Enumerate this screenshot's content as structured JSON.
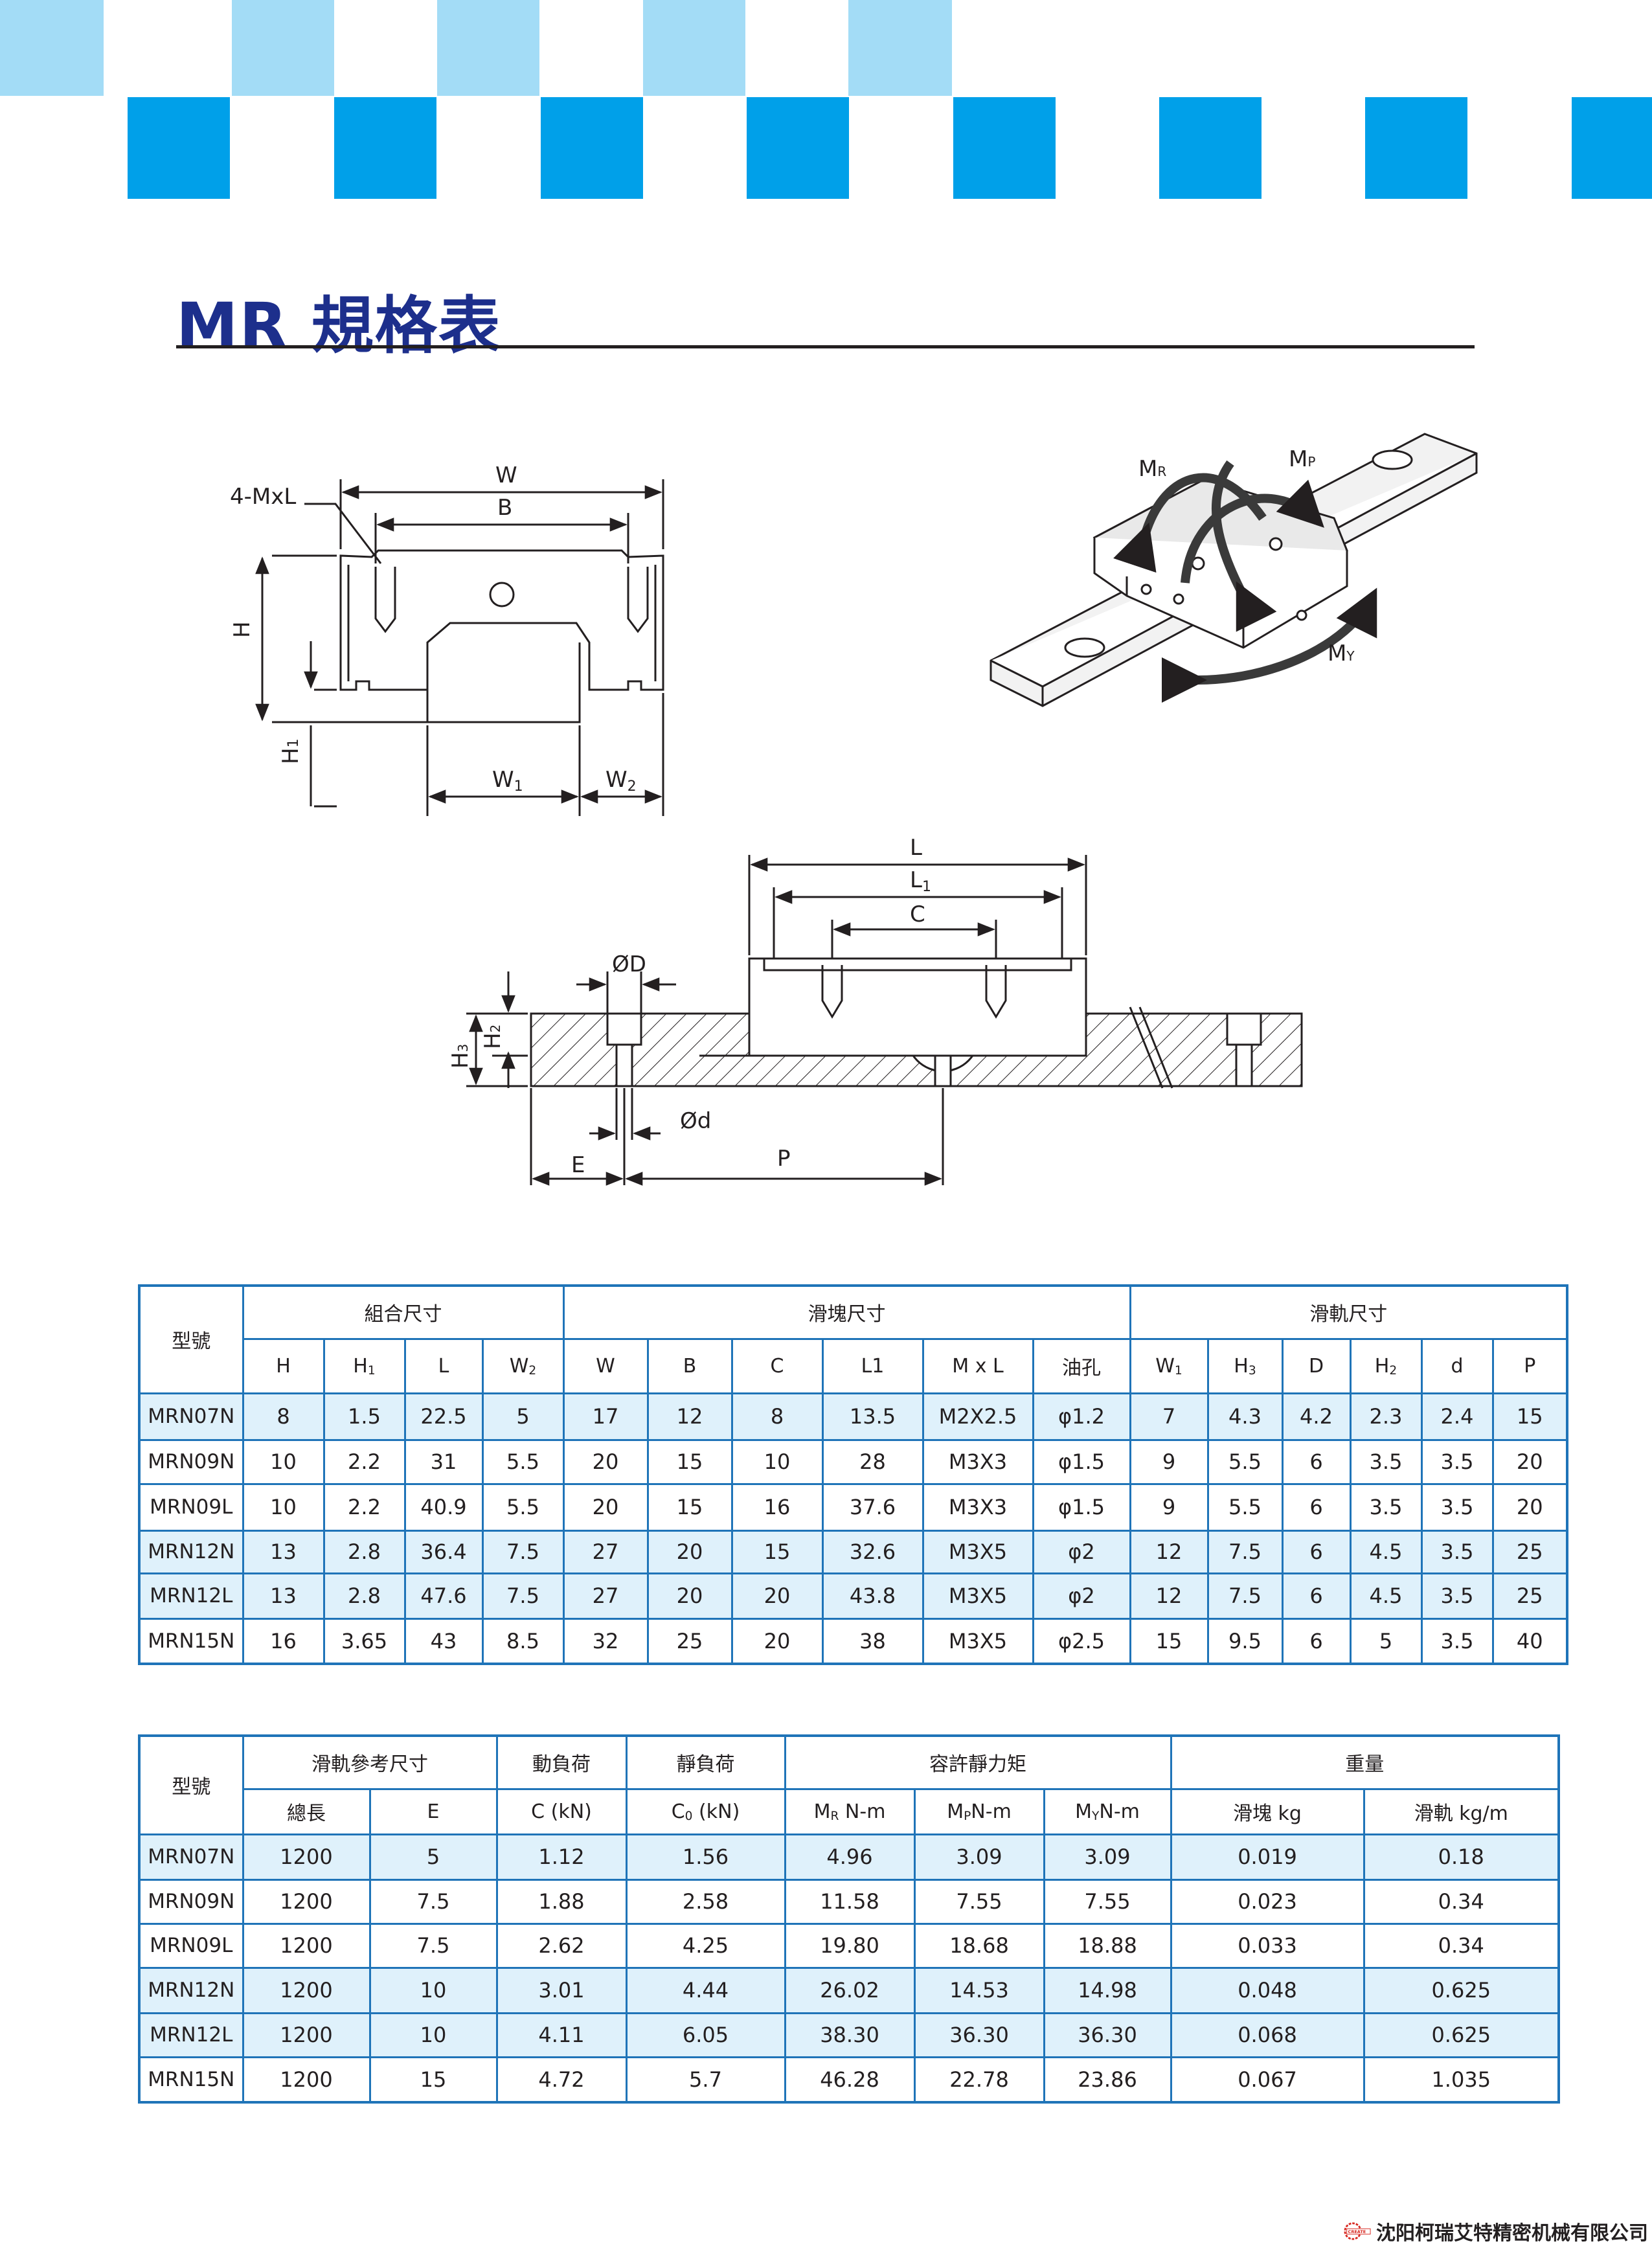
{
  "page": {
    "title": "MR 規格表",
    "colors": {
      "title": "#1d2f8c",
      "table_border": "#1f74b8",
      "row_shade": "#dff1fb",
      "banner_dark": "#00a0e9",
      "banner_light": "#a3dcf6"
    }
  },
  "diagram": {
    "front_view": {
      "W": "W",
      "B": "B",
      "H": "H",
      "H1": "H",
      "H1_sub": "1",
      "W1": "W",
      "W1_sub": "1",
      "W2": "W",
      "W2_sub": "2",
      "ML": "4-MxL"
    },
    "perspective": {
      "MR": "M",
      "MR_sub": "R",
      "MP": "M",
      "MP_sub": "P",
      "MY": "M",
      "MY_sub": "Y"
    },
    "side_view": {
      "L": "L",
      "L1": "L",
      "L1_sub": "1",
      "C": "C",
      "D": "ØD",
      "d": "Ød",
      "H2": "H",
      "H2_sub": "2",
      "H3": "H",
      "H3_sub": "3",
      "E": "E",
      "P": "P"
    }
  },
  "table1": {
    "model_header": "型號",
    "groups": [
      "組合尺寸",
      "滑塊尺寸",
      "滑軌尺寸"
    ],
    "columns": [
      {
        "t": "H",
        "s": ""
      },
      {
        "t": "H",
        "s": "1"
      },
      {
        "t": "L",
        "s": ""
      },
      {
        "t": "W",
        "s": "2"
      },
      {
        "t": "W",
        "s": ""
      },
      {
        "t": "B",
        "s": ""
      },
      {
        "t": "C",
        "s": ""
      },
      {
        "t": "L1",
        "s": ""
      },
      {
        "t": "M x L",
        "s": ""
      },
      {
        "t": "油孔",
        "s": ""
      },
      {
        "t": "W",
        "s": "1"
      },
      {
        "t": "H",
        "s": "3"
      },
      {
        "t": "D",
        "s": ""
      },
      {
        "t": "H",
        "s": "2"
      },
      {
        "t": "d",
        "s": ""
      },
      {
        "t": "P",
        "s": ""
      }
    ],
    "rows": [
      [
        "MRN07N",
        "8",
        "1.5",
        "22.5",
        "5",
        "17",
        "12",
        "8",
        "13.5",
        "M2X2.5",
        "φ1.2",
        "7",
        "4.3",
        "4.2",
        "2.3",
        "2.4",
        "15"
      ],
      [
        "MRN09N",
        "10",
        "2.2",
        "31",
        "5.5",
        "20",
        "15",
        "10",
        "28",
        "M3X3",
        "φ1.5",
        "9",
        "5.5",
        "6",
        "3.5",
        "3.5",
        "20"
      ],
      [
        "MRN09L",
        "10",
        "2.2",
        "40.9",
        "5.5",
        "20",
        "15",
        "16",
        "37.6",
        "M3X3",
        "φ1.5",
        "9",
        "5.5",
        "6",
        "3.5",
        "3.5",
        "20"
      ],
      [
        "MRN12N",
        "13",
        "2.8",
        "36.4",
        "7.5",
        "27",
        "20",
        "15",
        "32.6",
        "M3X5",
        "φ2",
        "12",
        "7.5",
        "6",
        "4.5",
        "3.5",
        "25"
      ],
      [
        "MRN12L",
        "13",
        "2.8",
        "47.6",
        "7.5",
        "27",
        "20",
        "20",
        "43.8",
        "M3X5",
        "φ2",
        "12",
        "7.5",
        "6",
        "4.5",
        "3.5",
        "25"
      ],
      [
        "MRN15N",
        "16",
        "3.65",
        "43",
        "8.5",
        "32",
        "25",
        "20",
        "38",
        "M3X5",
        "φ2.5",
        "15",
        "9.5",
        "6",
        "5",
        "3.5",
        "40"
      ]
    ]
  },
  "table2": {
    "model_header": "型號",
    "groups": [
      "滑軌參考尺寸",
      "動負荷",
      "靜負荷",
      "容許靜力矩",
      "重量"
    ],
    "columns": [
      {
        "t": "總長",
        "s": "",
        "r": ""
      },
      {
        "t": "E",
        "s": "",
        "r": ""
      },
      {
        "t": "C (kN)",
        "s": "",
        "r": ""
      },
      {
        "t": "C",
        "s": "0",
        "r": " (kN)"
      },
      {
        "t": "M",
        "s": "R",
        "r": " N-m"
      },
      {
        "t": "M",
        "s": "P",
        "r": "N-m"
      },
      {
        "t": "M",
        "s": "Y",
        "r": "N-m"
      },
      {
        "t": "滑塊 kg",
        "s": "",
        "r": ""
      },
      {
        "t": "滑軌 kg/m",
        "s": "",
        "r": ""
      }
    ],
    "rows": [
      [
        "MRN07N",
        "1200",
        "5",
        "1.12",
        "1.56",
        "4.96",
        "3.09",
        "3.09",
        "0.019",
        "0.18"
      ],
      [
        "MRN09N",
        "1200",
        "7.5",
        "1.88",
        "2.58",
        "11.58",
        "7.55",
        "7.55",
        "0.023",
        "0.34"
      ],
      [
        "MRN09L",
        "1200",
        "7.5",
        "2.62",
        "4.25",
        "19.80",
        "18.68",
        "18.88",
        "0.033",
        "0.34"
      ],
      [
        "MRN12N",
        "1200",
        "10",
        "3.01",
        "4.44",
        "26.02",
        "14.53",
        "14.98",
        "0.048",
        "0.625"
      ],
      [
        "MRN12L",
        "1200",
        "10",
        "4.11",
        "6.05",
        "38.30",
        "36.30",
        "36.30",
        "0.068",
        "0.625"
      ],
      [
        "MRN15N",
        "1200",
        "15",
        "4.72",
        "5.7",
        "46.28",
        "22.78",
        "23.86",
        "0.067",
        "1.035"
      ]
    ]
  },
  "footer": {
    "logo_text": "CREATE",
    "company": "沈阳柯瑞艾特精密机械有限公司"
  }
}
